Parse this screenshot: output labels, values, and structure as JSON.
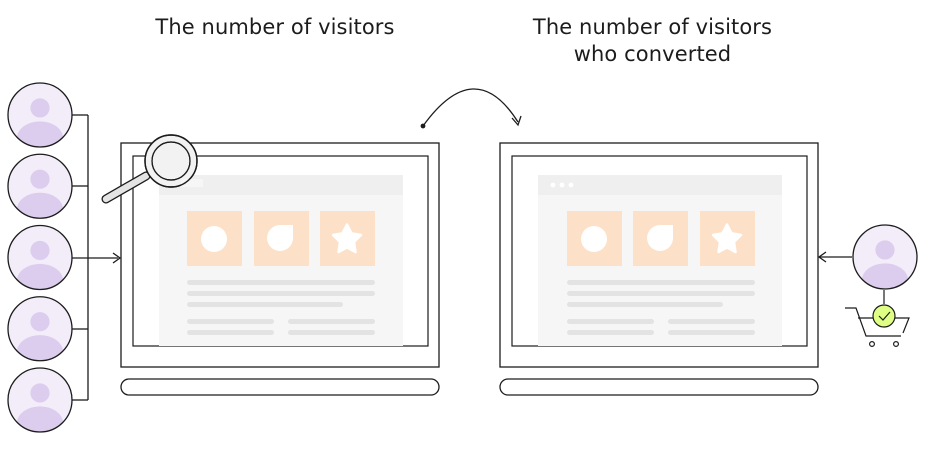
{
  "headings": {
    "left": "The number of visitors",
    "right_line1": "The number of visitors",
    "right_line2": "who converted"
  },
  "colors": {
    "outline": "#1c1c1c",
    "avatar_fill": "#f3edf9",
    "avatar_figure": "#dccdee",
    "tile_fill": "#fde0c8",
    "page_fill": "#f6f6f6",
    "page_bar": "#efefef",
    "text_line": "#e3e3e3",
    "check_fill": "#dfff84",
    "lens_fill": "#f2f2f2"
  },
  "icons": {
    "visitor": "person-avatar-icon",
    "magnifier": "magnifier-icon",
    "cart": "shopping-cart-icon",
    "check": "check-icon",
    "arrow": "curved-arrow-icon",
    "tiles": [
      "circle-icon",
      "leaf-icon",
      "star-icon"
    ]
  },
  "visitors": {
    "left_count": 5,
    "right_count": 1
  }
}
